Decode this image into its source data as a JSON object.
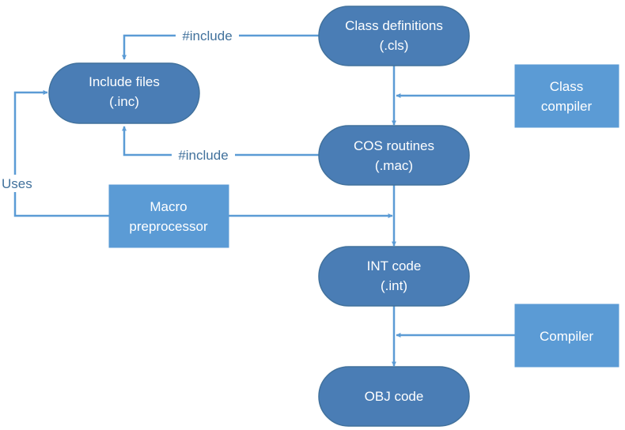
{
  "colors": {
    "pill_fill": "#4A7DB5",
    "pill_stroke": "#41719C",
    "box_fill": "#5B9BD5",
    "arrow": "#5B9BD5",
    "label_text": "#41719C"
  },
  "diagram": {
    "nodes": {
      "class_definitions": {
        "line1": "Class definitions",
        "line2": "(.cls)"
      },
      "include_files": {
        "line1": "Include files",
        "line2": "(.inc)"
      },
      "cos_routines": {
        "line1": "COS routines",
        "line2": "(.mac)"
      },
      "int_code": {
        "line1": "INT code",
        "line2": "(.int)"
      },
      "obj_code": {
        "line1": "OBJ code"
      },
      "class_compiler": {
        "line1": "Class",
        "line2": "compiler"
      },
      "macro_preprocessor": {
        "line1": "Macro",
        "line2": "preprocessor"
      },
      "compiler": {
        "line1": "Compiler"
      }
    },
    "edges": {
      "include_from_cls": "#include",
      "include_from_mac": "#include",
      "uses": "Uses"
    }
  }
}
